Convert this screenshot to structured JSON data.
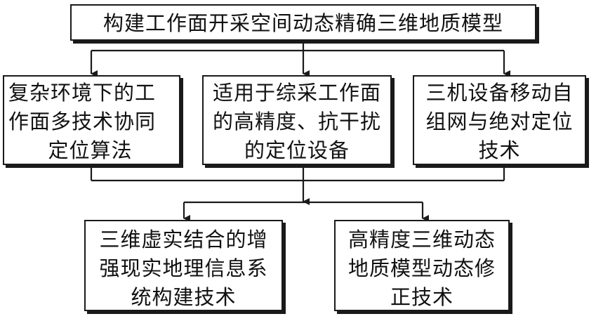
{
  "diagram": {
    "top": {
      "line1": "构建工作面开采空间动态精确三维地质模型"
    },
    "row1": {
      "left": {
        "line1": "复杂环境下的工",
        "line2": "作面多技术协同",
        "line3": "定位算法"
      },
      "middle": {
        "line1": "适用于综采工作面",
        "line2": "的高精度、抗干扰",
        "line3": "的定位设备"
      },
      "right": {
        "line1": "三机设备移动自",
        "line2": "组网与绝对定位",
        "line3": "技术"
      }
    },
    "row2": {
      "left": {
        "line1": "三维虚实结合的增",
        "line2": "强现实地理信息系",
        "line3": "统构建技术"
      },
      "right": {
        "line1": "高精度三维动态",
        "line2": "地质模型动态修",
        "line3": "正技术"
      }
    }
  },
  "colors": {
    "line": "#1a1a1a",
    "box_border": "#1a1a1a",
    "background": "#ffffff"
  }
}
